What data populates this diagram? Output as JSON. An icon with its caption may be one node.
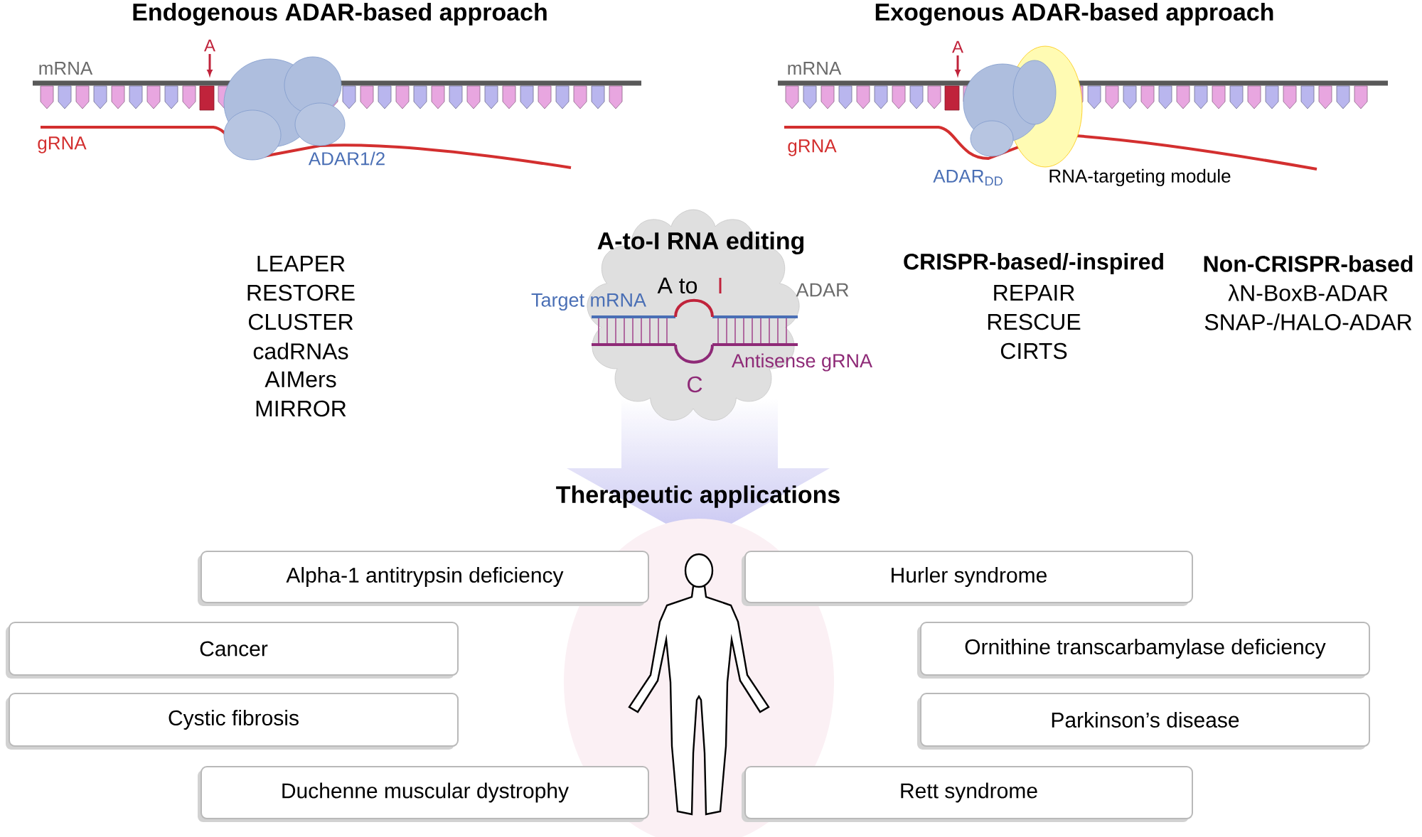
{
  "diagram": {
    "nodes": [
      {
        "text": [
          "Alpha-1 antitrypsin deficiency"
        ]
      },
      {
        "text": [
          "Hurler syndrome"
        ]
      },
      {
        "text": [
          "Cancer"
        ]
      },
      {
        "text": [
          "Ornithine transcarbamylase deficiency"
        ]
      },
      {
        "text": [
          "Cystic fibrosis"
        ]
      },
      {
        "text": [
          "Parkinson’s disease"
        ]
      },
      {
        "text": [
          "Duchenne muscular dystrophy"
        ]
      },
      {
        "text": [
          "Rett syndrome"
        ]
      }
    ],
    "labels": [
      "Endogenous ADAR-based approach",
      "Exogenous ADAR-based approach",
      "A",
      "mRNA",
      "gRNA",
      "ADAR1/2",
      "A",
      "mRNA",
      "gRNA",
      "ADAR$_{DD}$",
      "RNA-targeting module",
      "A-to-I RNA editing",
      "A to",
      "I",
      "Target mRNA",
      "ADAR",
      "Antisense gRNA",
      "C",
      "LEAPER",
      "RESTORE",
      "CLUSTER",
      "cadRNAs",
      "AIMers",
      "MIRROR",
      "CRISPR-based/-inspired",
      "REPAIR",
      "RESCUE",
      "CIRTS",
      "Non-CRISPR-based",
      "λN-BoxB-ADAR",
      "SNAP-/HALO-ADAR",
      "Therapeutic applications"
    ]
  }
}
